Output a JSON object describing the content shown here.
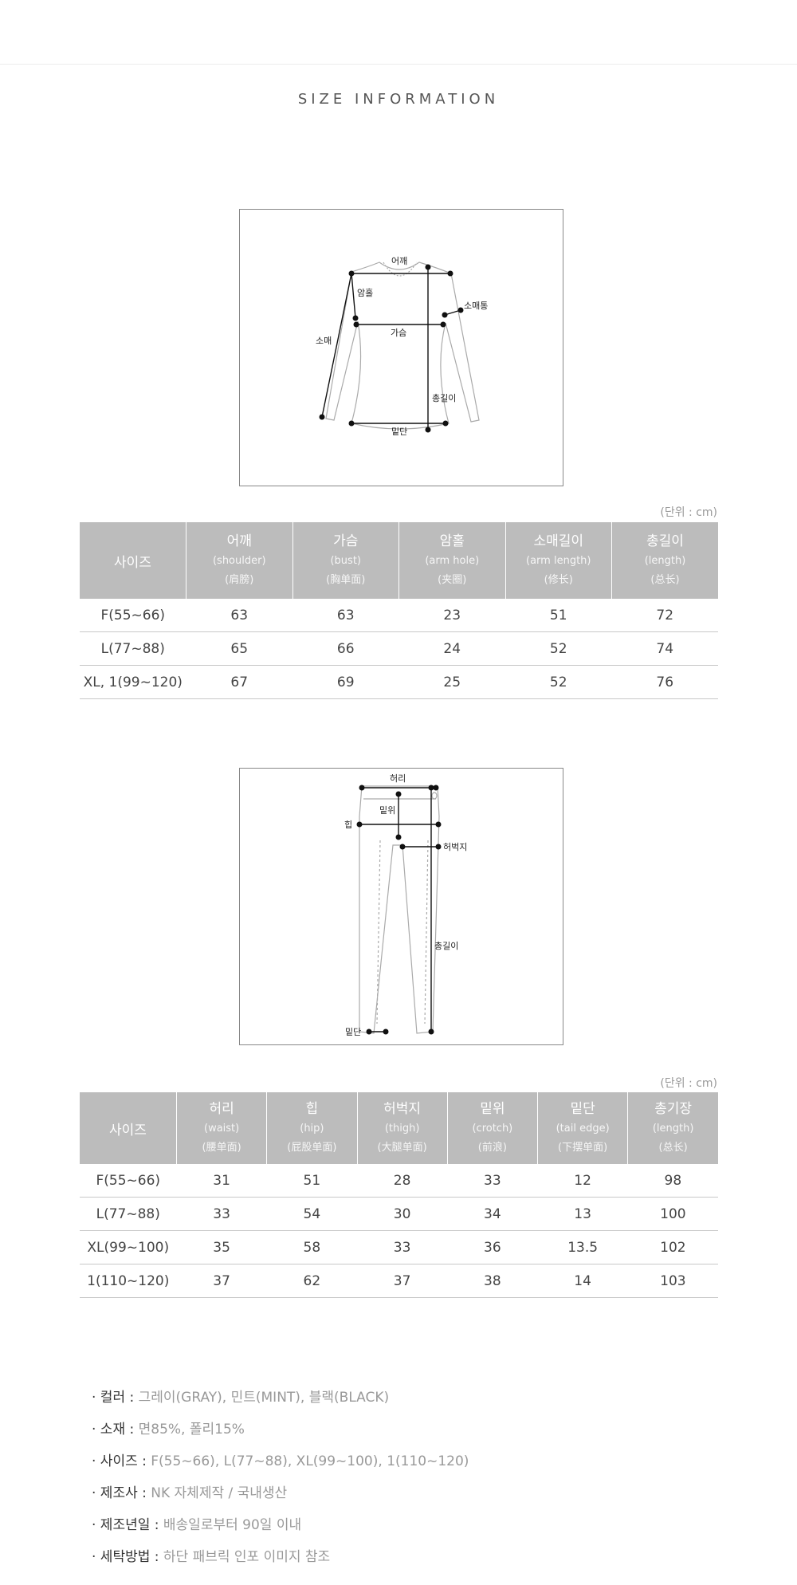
{
  "page": {
    "title": "SIZE INFORMATION"
  },
  "top_diagram": {
    "labels": {
      "shoulder": "어깨",
      "armhole": "암홀",
      "sleeve_width": "소매통",
      "chest": "가슴",
      "sleeve": "소매",
      "length": "총길이",
      "hem": "밑단"
    }
  },
  "top_table": {
    "unit": "(단위 : cm)",
    "size_header": "사이즈",
    "columns": [
      {
        "main": "어깨",
        "en": "(shoulder)",
        "cn": "(肩膀)"
      },
      {
        "main": "가슴",
        "en": "(bust)",
        "cn": "(胸单面)"
      },
      {
        "main": "암홀",
        "en": "(arm hole)",
        "cn": "(夹圈)"
      },
      {
        "main": "소매길이",
        "en": "(arm length)",
        "cn": "(修长)"
      },
      {
        "main": "총길이",
        "en": "(length)",
        "cn": "(总长)"
      }
    ],
    "rows": [
      {
        "size": "F(55~66)",
        "values": [
          "63",
          "63",
          "23",
          "51",
          "72"
        ]
      },
      {
        "size": "L(77~88)",
        "values": [
          "65",
          "66",
          "24",
          "52",
          "74"
        ]
      },
      {
        "size": "XL, 1(99~120)",
        "values": [
          "67",
          "69",
          "25",
          "52",
          "76"
        ]
      }
    ]
  },
  "bottom_diagram": {
    "labels": {
      "waist": "허리",
      "rise": "밑위",
      "hip": "힙",
      "thigh": "허벅지",
      "length": "총길이",
      "hem": "밑단"
    }
  },
  "bottom_table": {
    "unit": "(단위 : cm)",
    "size_header": "사이즈",
    "columns": [
      {
        "main": "허리",
        "en": "(waist)",
        "cn": "(腰单面)"
      },
      {
        "main": "힙",
        "en": "(hip)",
        "cn": "(屁股单面)"
      },
      {
        "main": "허벅지",
        "en": "(thigh)",
        "cn": "(大腿单面)"
      },
      {
        "main": "밑위",
        "en": "(crotch)",
        "cn": "(前浪)"
      },
      {
        "main": "밑단",
        "en": "(tail edge)",
        "cn": "(下摆单面)"
      },
      {
        "main": "총기장",
        "en": "(length)",
        "cn": "(总长)"
      }
    ],
    "rows": [
      {
        "size": "F(55~66)",
        "values": [
          "31",
          "51",
          "28",
          "33",
          "12",
          "98"
        ]
      },
      {
        "size": "L(77~88)",
        "values": [
          "33",
          "54",
          "30",
          "34",
          "13",
          "100"
        ]
      },
      {
        "size": "XL(99~100)",
        "values": [
          "35",
          "58",
          "33",
          "36",
          "13.5",
          "102"
        ]
      },
      {
        "size": "1(110~120)",
        "values": [
          "37",
          "62",
          "37",
          "38",
          "14",
          "103"
        ]
      }
    ]
  },
  "product_info": [
    {
      "key": "· 컬러 : ",
      "value": "그레이(GRAY), 민트(MINT), 블랙(BLACK)"
    },
    {
      "key": "· 소재 : ",
      "value": "면85%, 폴리15%"
    },
    {
      "key": "· 사이즈 : ",
      "value": "F(55~66), L(77~88), XL(99~100), 1(110~120)"
    },
    {
      "key": "· 제조사 : ",
      "value": "NK 자체제작 / 국내생산"
    },
    {
      "key": "· 제조년일 : ",
      "value": "배송일로부터 90일 이내"
    },
    {
      "key": "· 세탁방법 : ",
      "value": "하단 패브릭 인포 이미지 참조"
    }
  ]
}
